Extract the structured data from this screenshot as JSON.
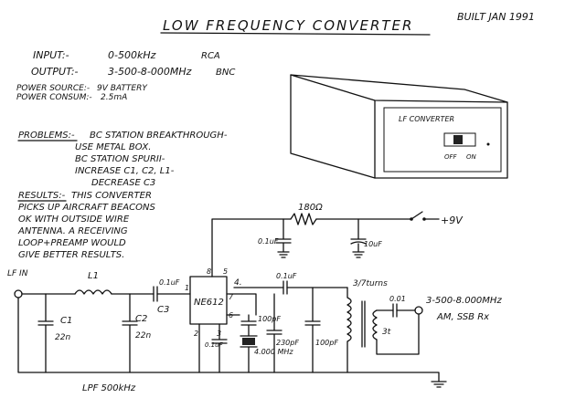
{
  "title": "LOW FREQUENCY CONVERTER",
  "built": "BUILT JAN 1991",
  "specs": [
    {
      "label": "INPUT:-",
      "value": "0-500kHz",
      "connector": "RCA"
    },
    {
      "label": "OUTPUT:-",
      "value": "3-500-8-000MHz",
      "connector": "BNC"
    }
  ],
  "power": {
    "source_label": "POWER SOURCE:-",
    "source_value": "9V BATTERY",
    "consum_label": "POWER CONSUM:-",
    "consum_value": "2.5mA"
  },
  "box": {
    "label": "LF CONVERTER",
    "off": "OFF",
    "on": "ON"
  },
  "problems": {
    "label": "PROBLEMS:-",
    "lines": [
      "BC STATION BREAKTHROUGH-",
      "USE METAL BOX.",
      "BC STATION SPURII-",
      "INCREASE C1, C2, L1-",
      "DECREASE C3"
    ]
  },
  "results": {
    "label": "RESULTS:-",
    "lines": [
      "THIS CONVERTER",
      "PICKS UP AIRCRAFT BEACONS",
      "OK WITH OUTSIDE WIRE",
      "ANTENNA. A RECEIVING",
      "LOOP+PREAMP WOULD",
      "GIVE BETTER RESULTS."
    ]
  },
  "schematic": {
    "input_label": "LF IN",
    "l1": "L1",
    "c1": "C1",
    "c1_val": "22n",
    "c2": "C2",
    "c2_val": "22n",
    "c3": "C3",
    "c3_val": "0.1uF",
    "lpf_label": "LPF 500kHz",
    "ic": "NE612",
    "pin8": "8",
    "pin4": "4.",
    "pin1": "1",
    "pin7": "7",
    "pin6": "6",
    "pin2": "2",
    "pin3": "3",
    "pin5": "5",
    "c_pin2": "0.1uF",
    "c_100pf": "100pF",
    "xtal": "4.000 MHz",
    "c_230": "230pF",
    "c_out": "0.1uF",
    "c_100pf_b": "100pF",
    "coil": "3/7turns",
    "coil_sec": "3t",
    "c_001": "0.01",
    "output_freq": "3-500-8.000MHz",
    "rx": "AM, SSB Rx",
    "res": "180Ω",
    "c_01a": "0.1uF",
    "c_10uf": "10uF",
    "vplus": "+9V"
  }
}
